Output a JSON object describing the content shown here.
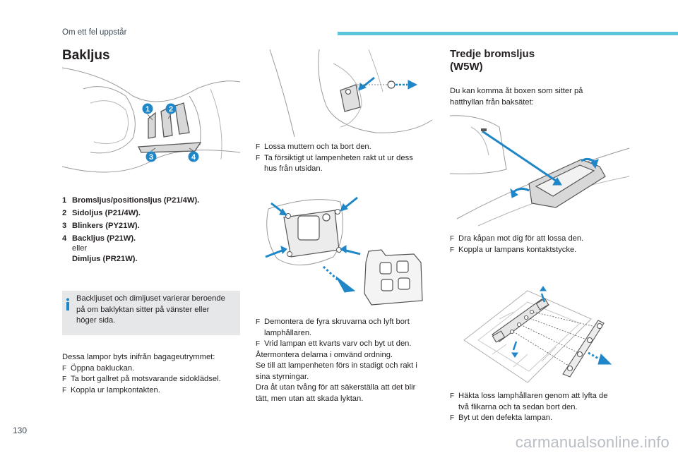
{
  "header": {
    "section": "Om ett fel uppstår",
    "accent_color": "#5bc4dc"
  },
  "page_number": "130",
  "watermark": "carmanualsonline.info",
  "left": {
    "title": "Bakljus",
    "callouts": [
      "1",
      "2",
      "3",
      "4"
    ],
    "items": [
      {
        "num": "1",
        "label": "Bromsljus/positionsljus (P21/4W)."
      },
      {
        "num": "2",
        "label": "Sidoljus (P21/4W)."
      },
      {
        "num": "3",
        "label": "Blinkers (PY21W)."
      },
      {
        "num": "4",
        "label": "Backljus (P21W).",
        "or": "eller",
        "alt": "Dimljus (PR21W)."
      }
    ],
    "info": {
      "line1": "Backljuset och dimljuset varierar beroende",
      "line2": "på om baklyktan sitter på vänster eller",
      "line3": "höger sida."
    },
    "intro": "Dessa lampor byts inifrån bagageutrymmet:",
    "steps": [
      "Öppna bakluckan.",
      "Ta bort gallret på motsvarande sidoklädsel.",
      "Koppla ur lampkontakten."
    ]
  },
  "middle": {
    "steps_a": [
      "Lossa muttern och ta bort den.",
      {
        "l1": "Ta försiktigt ut lampenheten rakt ut ur dess",
        "l2": "hus från utsidan."
      }
    ],
    "steps_b": [
      {
        "l1": "Demontera de fyra skruvarna och lyft bort",
        "l2": "lamphållaren."
      },
      "Vrid lampan ett kvarts varv och byt ut den."
    ],
    "para": [
      "Återmontera delarna i omvänd ordning.",
      "Se till att lampenheten förs in stadigt och rakt i",
      "sina styrningar.",
      "Dra åt utan tvång för att säkerställa att det blir",
      "tätt, men utan att skada lyktan."
    ]
  },
  "right": {
    "title_l1": "Tredje bromsljus",
    "title_l2": "(W5W)",
    "intro_l1": "Du kan komma åt boxen som sitter på",
    "intro_l2": "hatthyllan från baksätet:",
    "steps_a": [
      "Dra kåpan mot dig för att lossa den.",
      "Koppla ur lampans kontaktstycke."
    ],
    "steps_b": [
      {
        "l1": "Häkta loss lamphållaren genom att lyfta de",
        "l2": "två flikarna och ta sedan bort den."
      },
      "Byt ut den defekta lampan."
    ]
  },
  "bullet_glyph": "F"
}
